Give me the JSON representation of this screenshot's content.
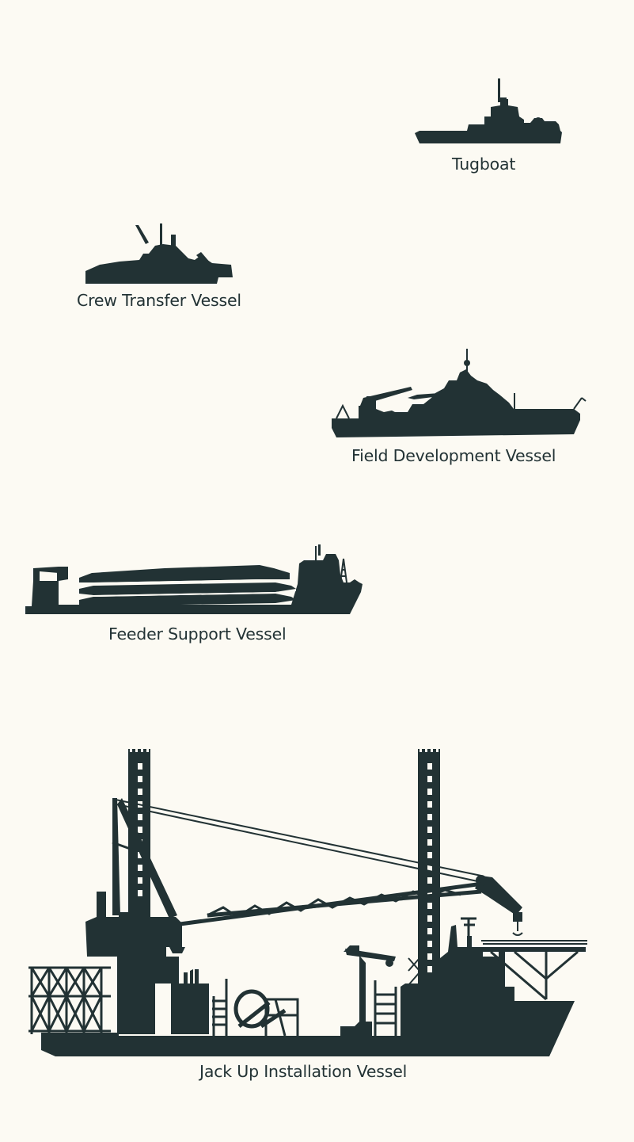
{
  "colors": {
    "background": "#fcfaf3",
    "silhouette": "#223234"
  },
  "vessels": [
    {
      "id": "tugboat",
      "label": "Tugboat",
      "icon": "tugboat-icon"
    },
    {
      "id": "crew-transfer-vessel",
      "label": "Crew Transfer Vessel",
      "icon": "crew-transfer-vessel-icon"
    },
    {
      "id": "field-development-vessel",
      "label": "Field Development Vessel",
      "icon": "field-development-vessel-icon"
    },
    {
      "id": "feeder-support-vessel",
      "label": "Feeder Support Vessel",
      "icon": "feeder-support-vessel-icon"
    },
    {
      "id": "jack-up-installation-vessel",
      "label": "Jack Up Installation Vessel",
      "icon": "jack-up-installation-vessel-icon"
    }
  ]
}
